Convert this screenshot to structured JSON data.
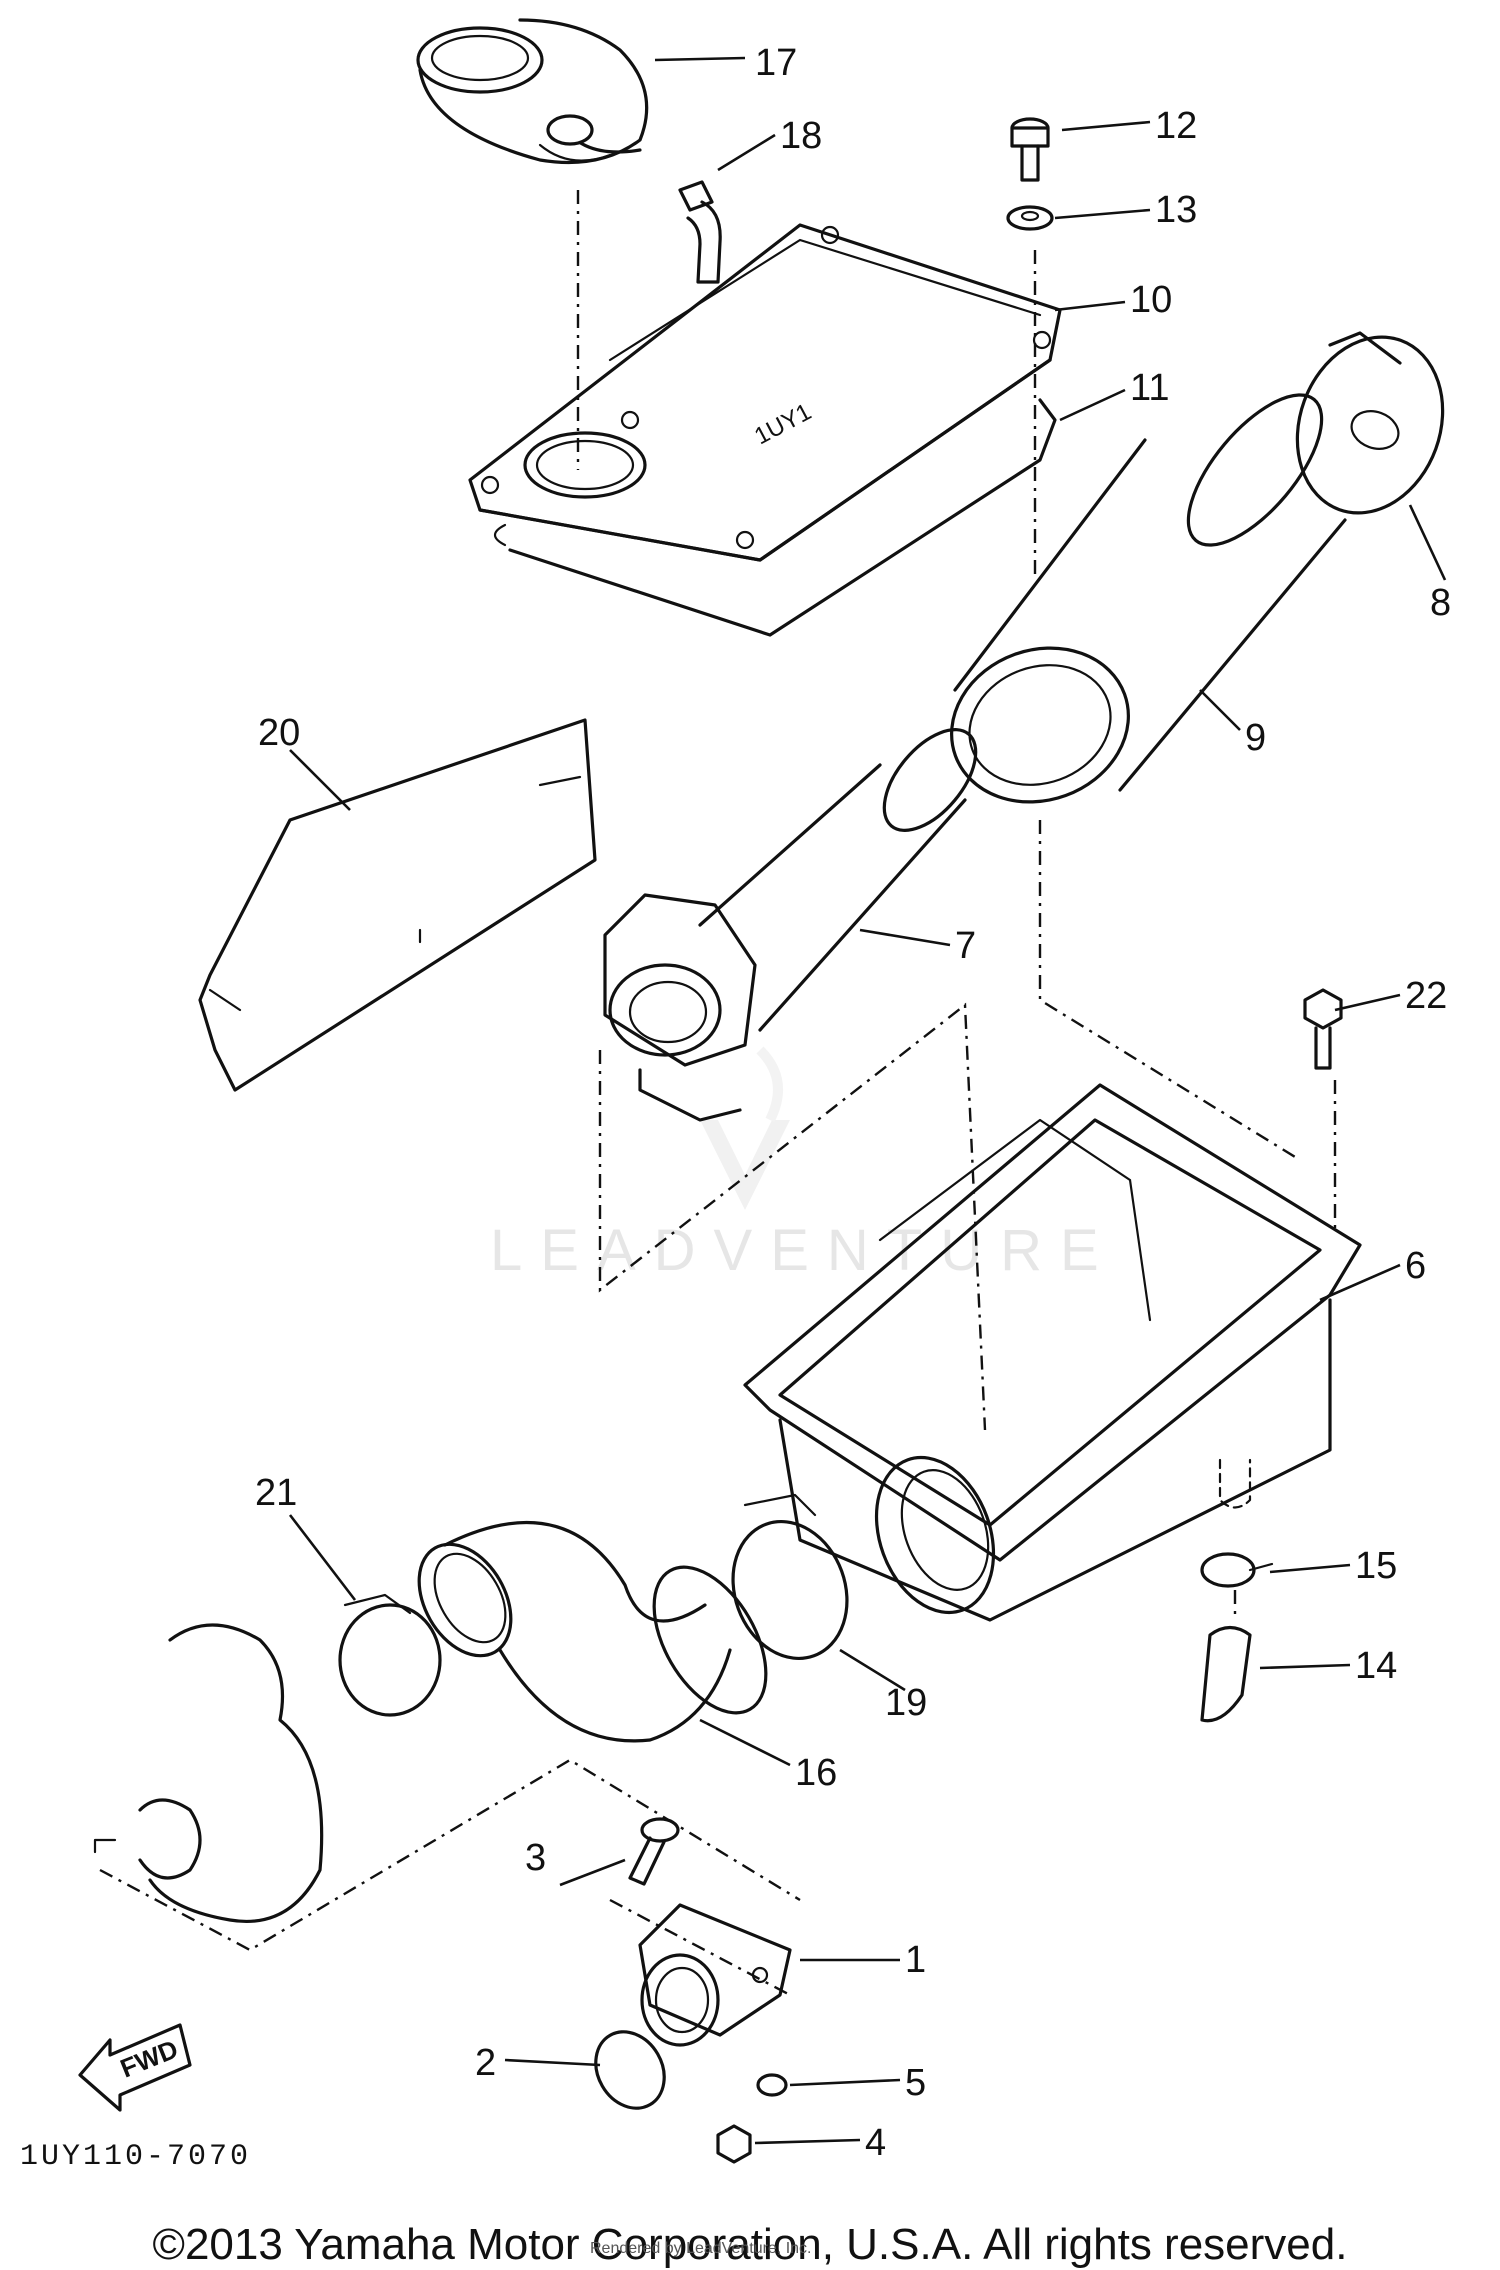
{
  "diagram": {
    "code": "1UY110-7070",
    "fwd_label": "FWD",
    "watermark": "LEADVENTURE",
    "copyright": "©2013 Yamaha Motor Corporation, U.S.A. All rights reserved.",
    "renderer": "Rendered by LeadVenture, Inc.",
    "cover_marking": "1UY1"
  },
  "callouts": [
    "1",
    "2",
    "3",
    "4",
    "5",
    "6",
    "7",
    "8",
    "9",
    "10",
    "11",
    "12",
    "13",
    "14",
    "15",
    "16",
    "17",
    "18",
    "19",
    "20",
    "21",
    "22"
  ]
}
